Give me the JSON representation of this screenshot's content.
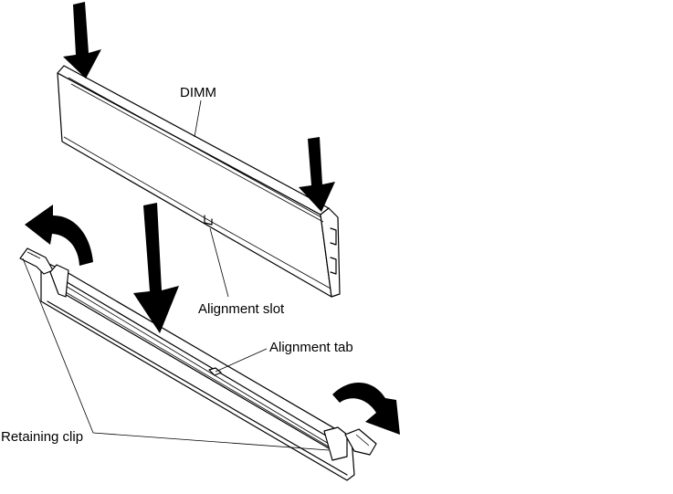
{
  "labels": {
    "dimm": "DIMM",
    "alignment_slot": "Alignment slot",
    "alignment_tab": "Alignment tab",
    "retaining_clip": "Retaining clip"
  }
}
